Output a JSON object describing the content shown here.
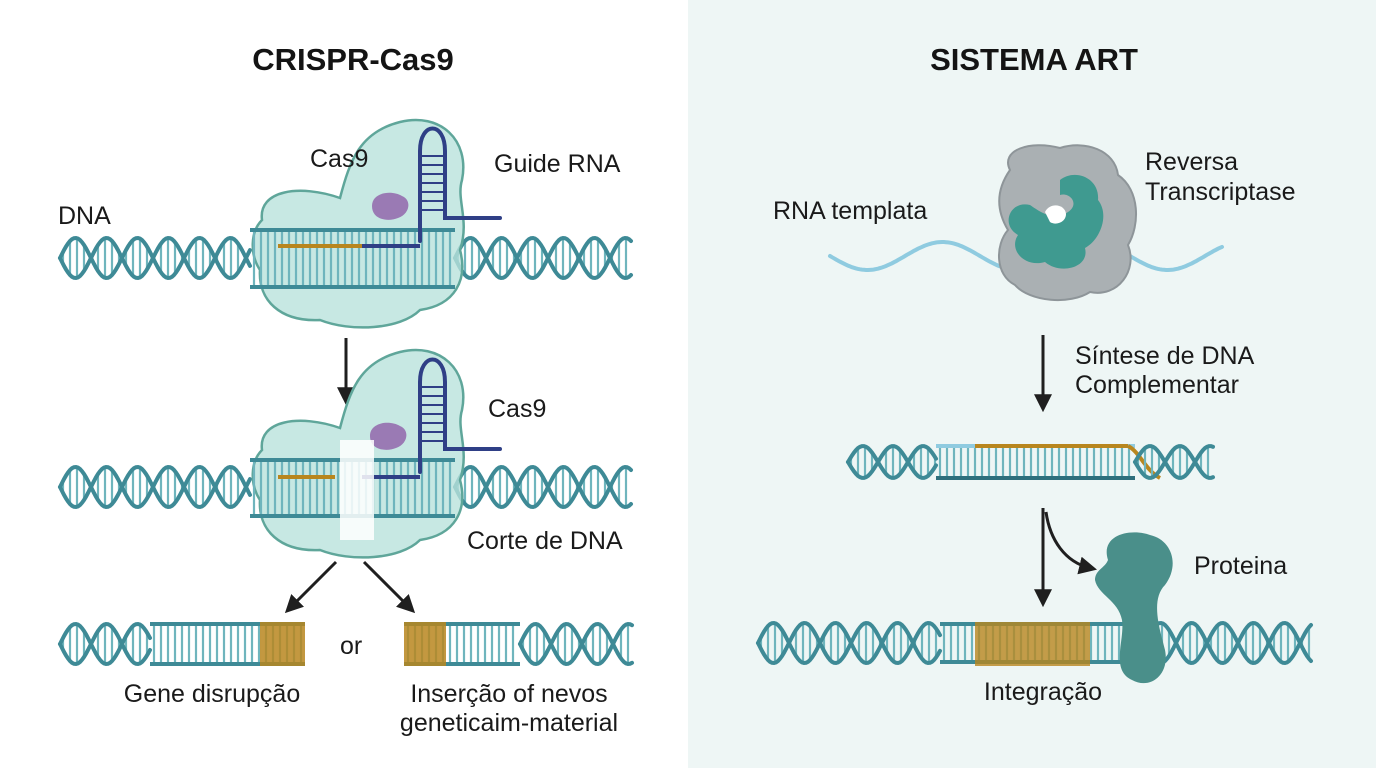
{
  "left_panel": {
    "title": "CRISPR-Cas9",
    "labels": {
      "dna": "DNA",
      "cas9_top": "Cas9",
      "guide_rna": "Guide RNA",
      "cas9_mid": "Cas9",
      "cut": "Corte de DNA",
      "or": "or",
      "disruption": "Gene disrupção",
      "insertion_line1": "Inserção of nevos",
      "insertion_line2": "geneticaim-material"
    }
  },
  "right_panel": {
    "title": "SISTEMA ART",
    "labels": {
      "rna_template": "RNA templata",
      "rt_line1": "Reversa",
      "rt_line2": "Transcriptase",
      "synthesis_line1": "Síntese de DNA",
      "synthesis_line2": "Complementar",
      "protein": "Proteina",
      "integration": "Integração"
    }
  },
  "colors": {
    "dna_strand": "#3e8a96",
    "dna_rung": "#6fb5bd",
    "dna_dark": "#2e6f7c",
    "guide": "#2f3f86",
    "target": "#b8861e",
    "cas9_fill": "#b9e2dc",
    "cas9_stroke": "#5fa69a",
    "purple": "#9a7ab4",
    "rt_gray": "#aab0b3",
    "rt_teal": "#3f9a90",
    "protein": "#4a8f8a",
    "rna": "#8fcbe0",
    "right_bg": "#eef6f5"
  }
}
